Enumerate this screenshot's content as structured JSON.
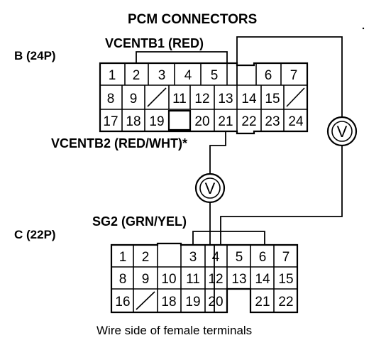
{
  "labels": {
    "title": "PCM CONNECTORS",
    "vcentb1": "VCENTB1 (RED)",
    "b_conn": "B (24P)",
    "vcentb2": "VCENTB2 (RED/WHT)*",
    "sg2": "SG2 (GRN/YEL)",
    "c_conn": "C (22P)",
    "caption": "Wire side of female terminals"
  },
  "meters": {
    "left_symbol": "V",
    "right_symbol": "V"
  },
  "connector_b": {
    "row1": [
      "1",
      "2",
      "3",
      "4",
      "5",
      "",
      "6",
      "7"
    ],
    "row2": [
      "8",
      "9",
      "/",
      "11",
      "12",
      "13",
      "14",
      "15",
      "/"
    ],
    "row3": [
      "17",
      "18",
      "19",
      "",
      "20",
      "21",
      "22",
      "23",
      "24"
    ]
  },
  "connector_c": {
    "row1": [
      "1",
      "2",
      "",
      "3",
      "4",
      "5",
      "6",
      "7"
    ],
    "row2": [
      "8",
      "9",
      "10",
      "11",
      "12",
      "13",
      "14",
      "15"
    ],
    "row3": [
      "16",
      "/",
      "18",
      "19",
      "20",
      "",
      "21",
      "22"
    ]
  }
}
